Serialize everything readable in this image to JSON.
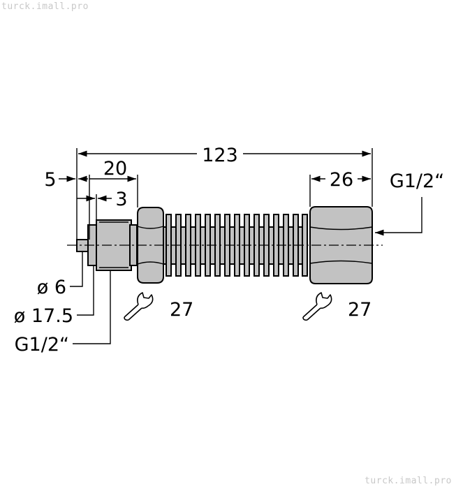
{
  "watermark": {
    "top": "turck.imall.pro",
    "bottom": "turck.imall.pro"
  },
  "dimensions": {
    "overall_length": "123",
    "thread_length": "20",
    "tip_length": "5",
    "thread_relief": "3",
    "nut_length": "26",
    "thread_right": "G1/2“",
    "tip_diameter": "ø 6",
    "body_diameter": "ø 17.5",
    "thread_left": "G1/2“",
    "wrench_left": "27",
    "wrench_right": "27"
  },
  "icons": {
    "wrench": "wrench-icon"
  },
  "colors": {
    "metal": "#c2c2c2",
    "outline": "#000000"
  }
}
